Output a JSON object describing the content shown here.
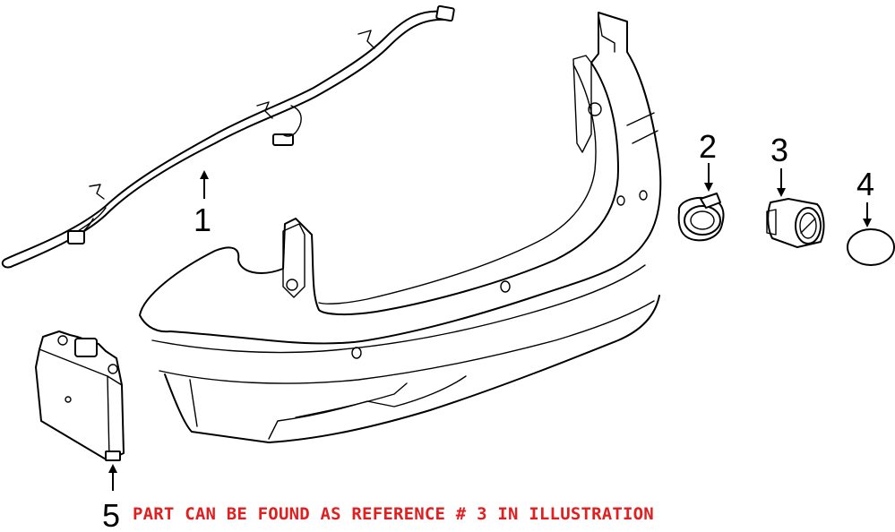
{
  "callouts": {
    "c1": "1",
    "c2": "2",
    "c3": "3",
    "c4": "4",
    "c5": "5"
  },
  "note": {
    "text": "PART CAN BE FOUND AS REFERENCE # 3 IN ILLUSTRATION",
    "color": "#e02020"
  },
  "parts": {
    "p1": "wiring-harness",
    "p2": "parking-sensor",
    "p3": "sensor-bracket",
    "p4": "sensor-gasket",
    "p5": "control-module",
    "body": "rear-bumper-cover"
  }
}
